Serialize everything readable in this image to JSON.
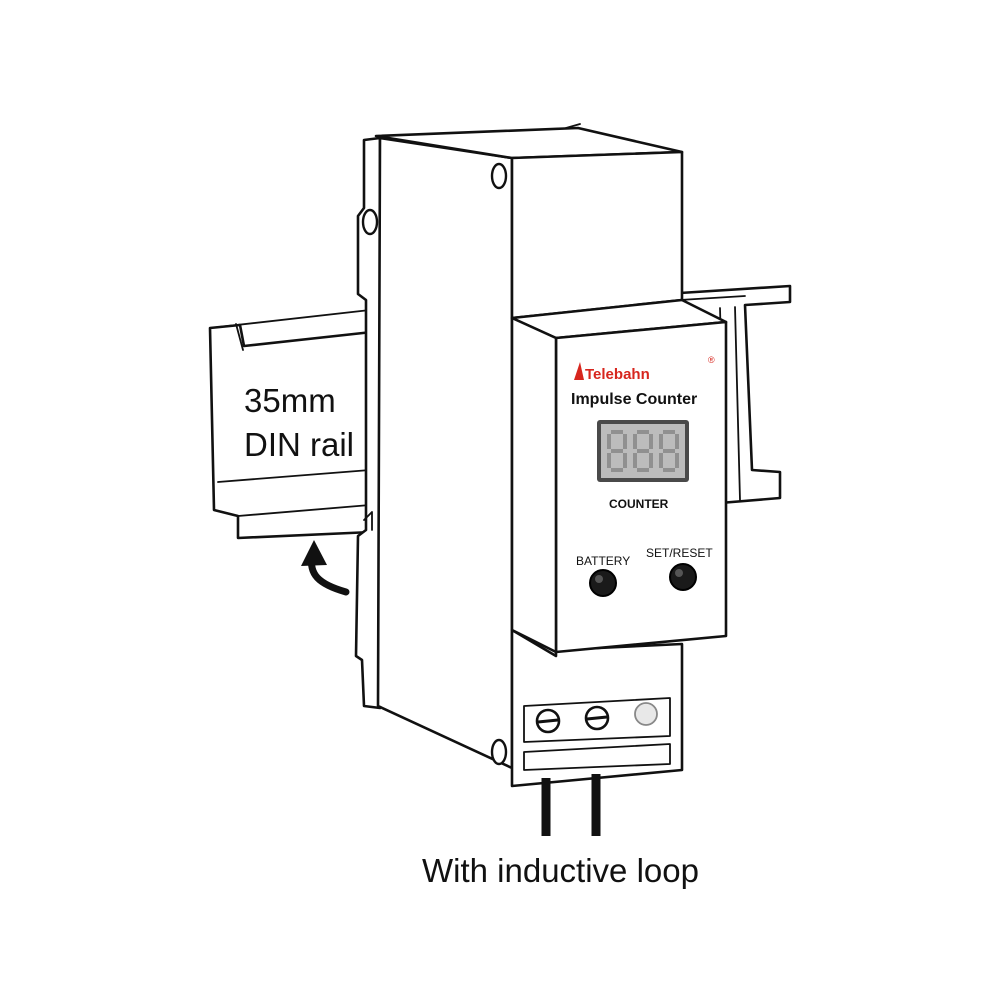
{
  "rail_label": {
    "line1": "35mm",
    "line2": "DIN rail"
  },
  "device": {
    "brand": "Telebahn",
    "brand_mark": "®",
    "model": "Impulse Counter",
    "display_label": "COUNTER",
    "display_value": "888",
    "buttons": [
      {
        "label": "BATTERY"
      },
      {
        "label": "SET/RESET"
      }
    ]
  },
  "caption": "With inductive loop",
  "colors": {
    "brand": "#d7261e",
    "display_bg": "#bcbcbc",
    "display_frame": "#4a4a4a",
    "segments": "#909090"
  }
}
